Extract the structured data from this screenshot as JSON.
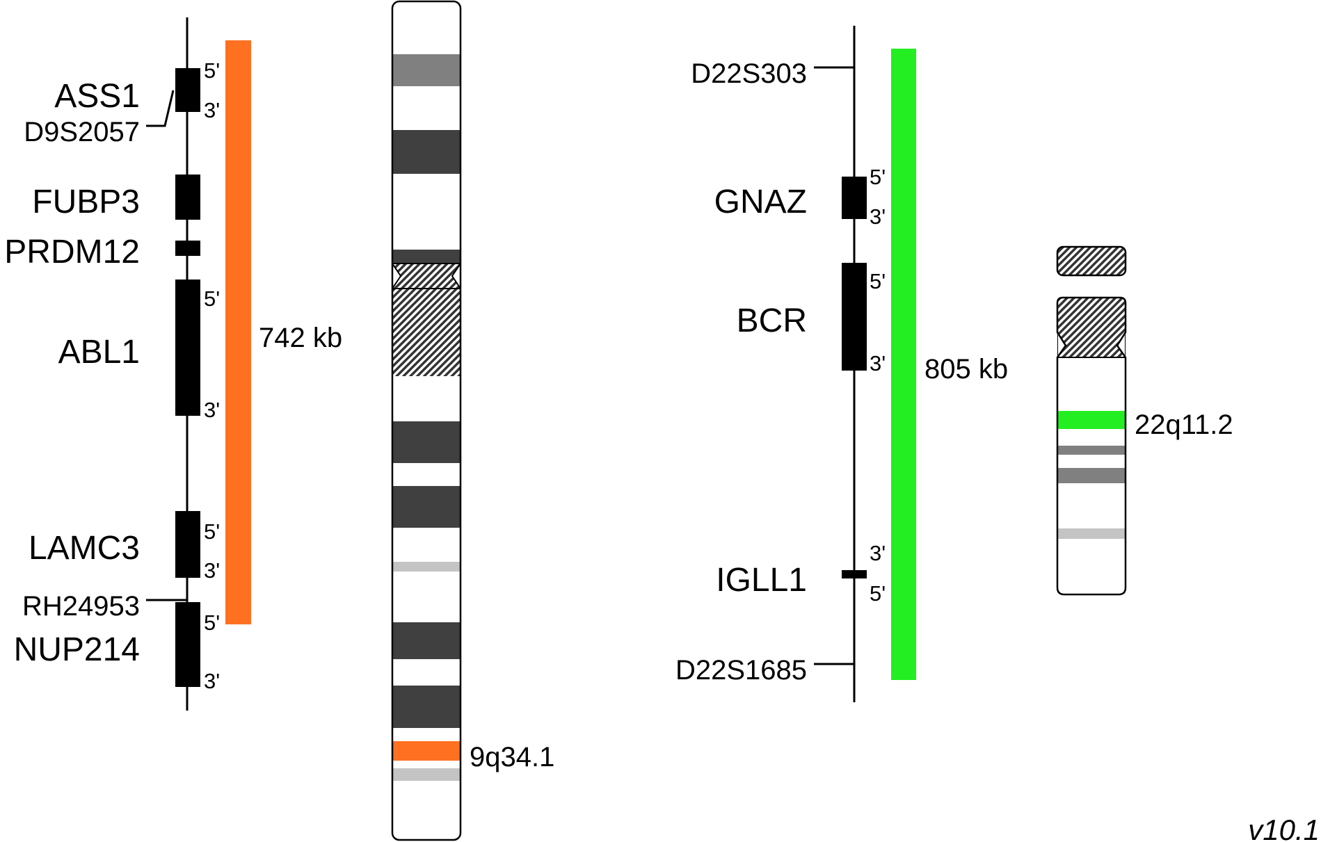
{
  "colors": {
    "orange": "#ff7020",
    "green": "#22ee22",
    "dark_band": "#404040",
    "mid_band": "#808080",
    "light_band": "#c4c4c4",
    "black": "#000000"
  },
  "left_map": {
    "genes": [
      {
        "name": "ASS1",
        "five": "5'",
        "three": "3'"
      },
      {
        "name": "FUBP3"
      },
      {
        "name": "PRDM12"
      },
      {
        "name": "ABL1",
        "five": "5'",
        "three": "3'"
      },
      {
        "name": "LAMC3",
        "five": "5'",
        "three": "3'"
      },
      {
        "name": "NUP214",
        "five": "5'",
        "three": "3'"
      }
    ],
    "markers": [
      "D9S2057",
      "RH24953"
    ],
    "probe_size": "742 kb",
    "band_label": "9q34.1"
  },
  "right_map": {
    "genes": [
      {
        "name": "GNAZ",
        "five": "5'",
        "three": "3'"
      },
      {
        "name": "BCR",
        "five": "5'",
        "three": "3'"
      },
      {
        "name": "IGLL1",
        "five": "5'",
        "three": "3'"
      }
    ],
    "markers": [
      "D22S303",
      "D22S1685"
    ],
    "probe_size": "805 kb",
    "band_label": "22q11.2"
  },
  "version": "v10.1"
}
